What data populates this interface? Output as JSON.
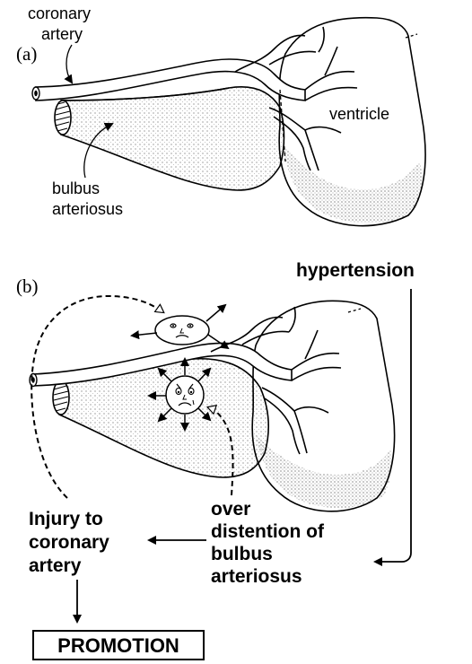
{
  "panel_a": {
    "label": "(a)",
    "coronary_artery_label": [
      "coronary",
      "artery"
    ],
    "ventricle_label": "ventricle",
    "bulbus_label": [
      "bulbus",
      "arteriosus"
    ]
  },
  "panel_b": {
    "label": "(b)",
    "hypertension_label": "hypertension",
    "distention_label": [
      "over",
      "distention of",
      "bulbus",
      "arteriosus"
    ],
    "injury_label": [
      "Injury to",
      "coronary",
      "artery"
    ],
    "promotion_label": "PROMOTION"
  }
}
